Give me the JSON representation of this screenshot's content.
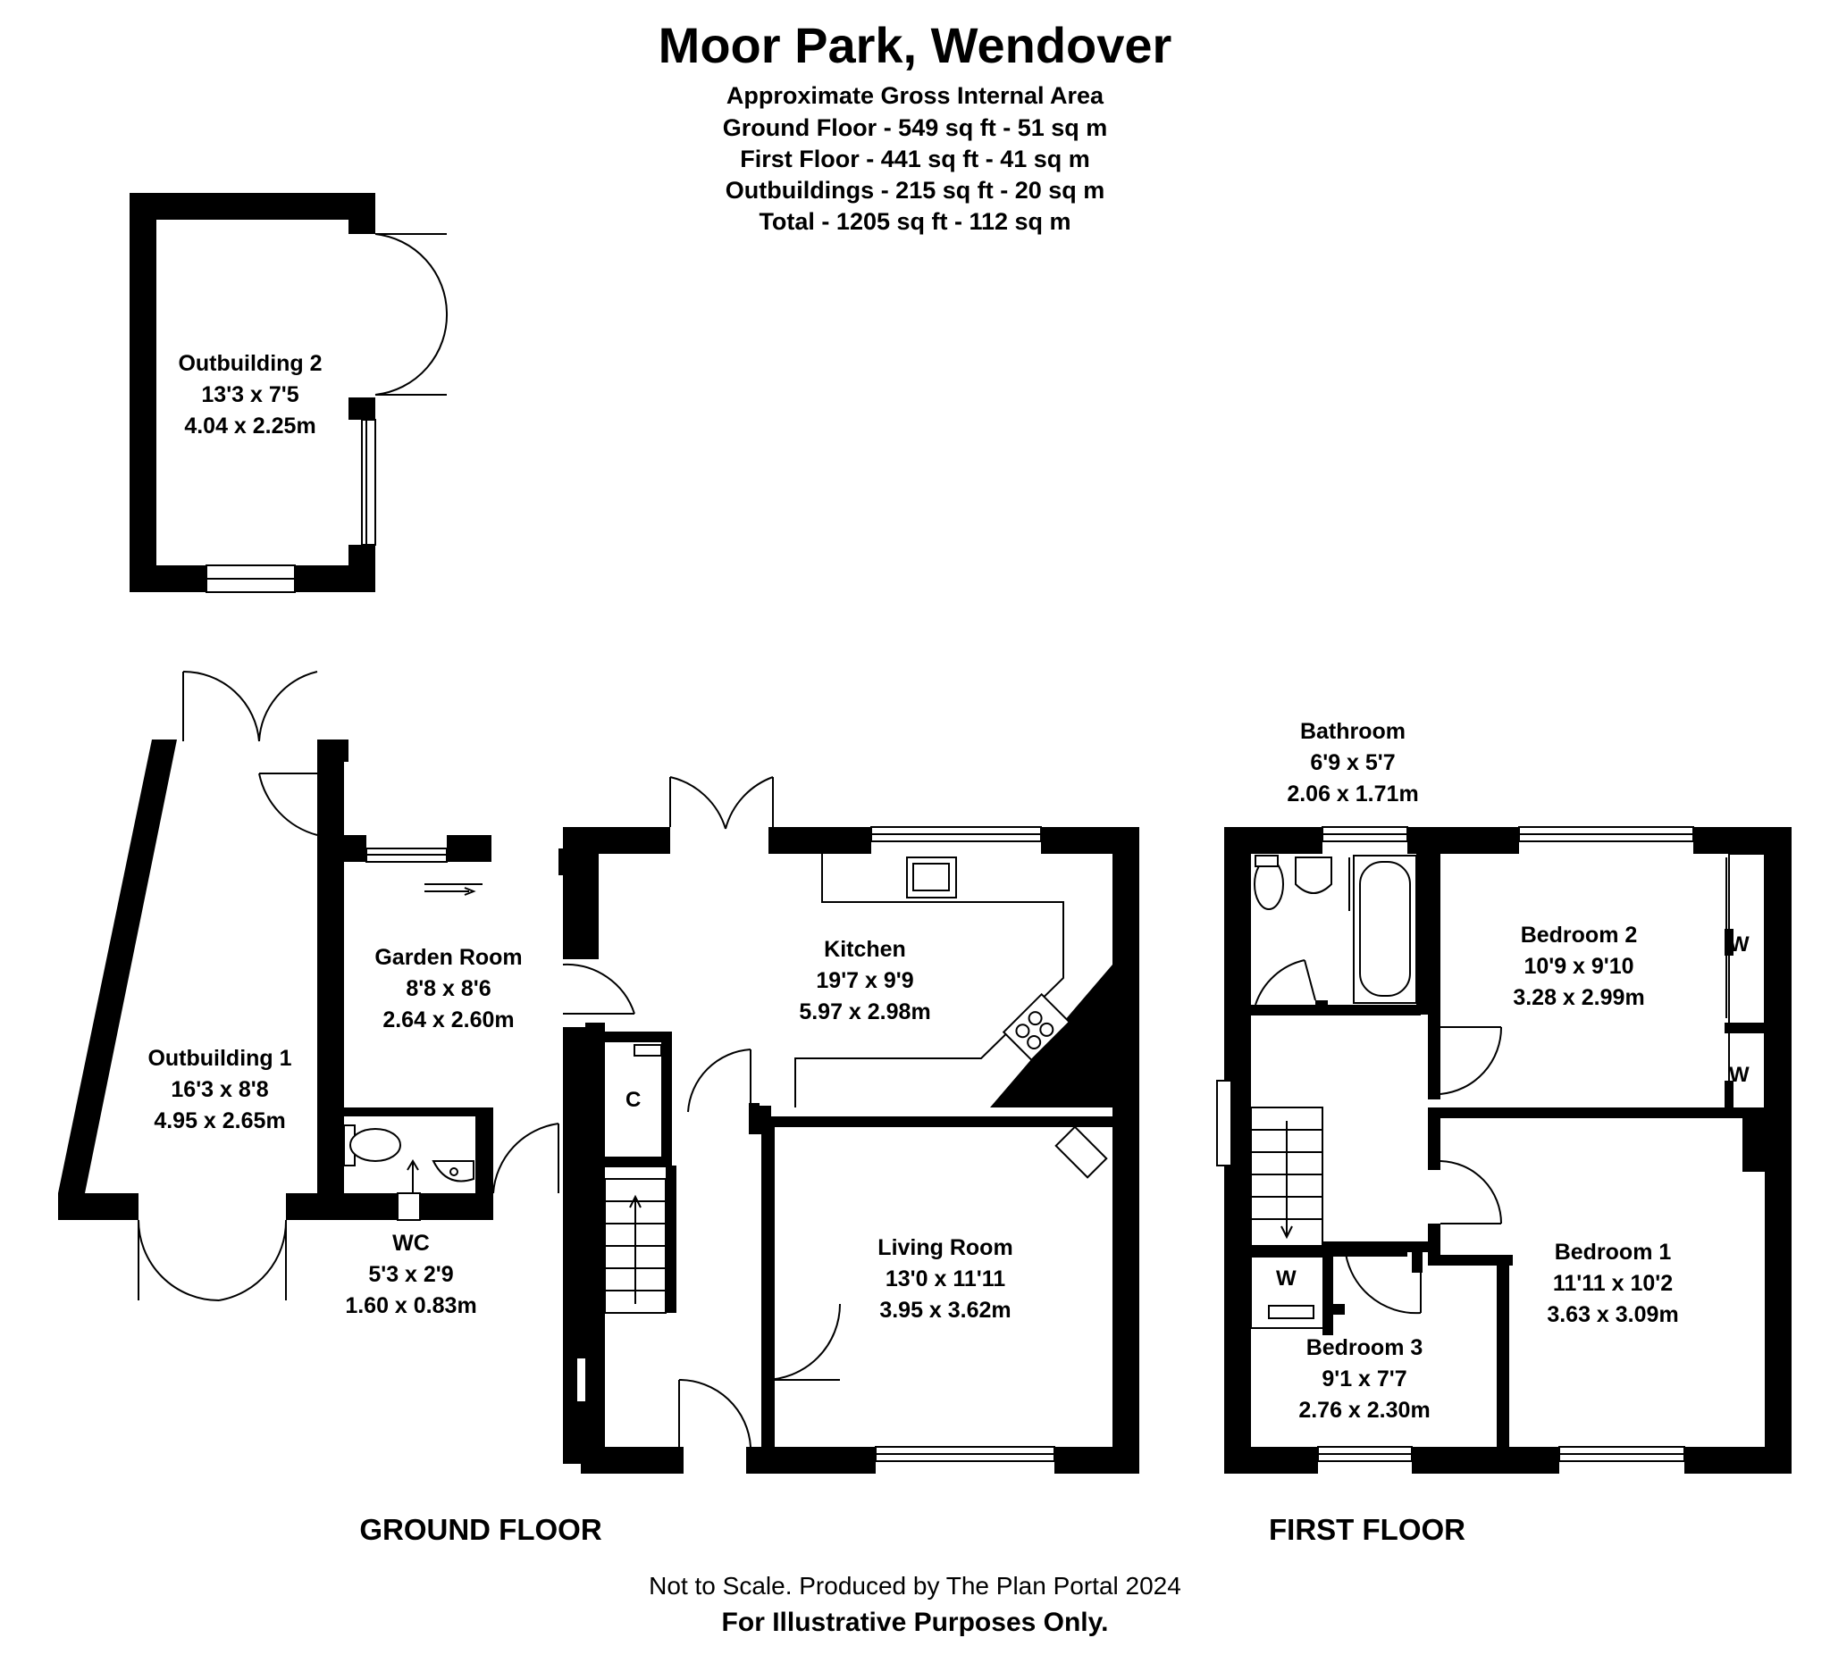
{
  "header": {
    "title": "Moor Park, Wendover",
    "area_heading": "Approximate Gross Internal Area",
    "ground_floor_area": "Ground Floor - 549 sq ft - 51 sq m",
    "first_floor_area": "First Floor - 441 sq ft - 41 sq m",
    "outbuildings_area": "Outbuildings - 215 sq ft - 20 sq m",
    "total_area": "Total - 1205 sq ft - 112 sq m"
  },
  "rooms": {
    "outbuilding2": {
      "name": "Outbuilding 2",
      "imperial": "13'3 x 7'5",
      "metric": "4.04 x 2.25m"
    },
    "outbuilding1": {
      "name": "Outbuilding 1",
      "imperial": "16'3 x 8'8",
      "metric": "4.95 x 2.65m"
    },
    "garden_room": {
      "name": "Garden Room",
      "imperial": "8'8 x 8'6",
      "metric": "2.64 x 2.60m"
    },
    "wc": {
      "name": "WC",
      "imperial": "5'3 x 2'9",
      "metric": "1.60 x 0.83m"
    },
    "kitchen": {
      "name": "Kitchen",
      "imperial": "19'7 x 9'9",
      "metric": "5.97 x 2.98m"
    },
    "living_room": {
      "name": "Living Room",
      "imperial": "13'0 x 11'11",
      "metric": "3.95 x 3.62m"
    },
    "bathroom": {
      "name": "Bathroom",
      "imperial": "6'9 x 5'7",
      "metric": "2.06 x 1.71m"
    },
    "bedroom2": {
      "name": "Bedroom 2",
      "imperial": "10'9 x 9'10",
      "metric": "3.28 x 2.99m"
    },
    "bedroom1": {
      "name": "Bedroom 1",
      "imperial": "11'11 x 10'2",
      "metric": "3.63 x 3.09m"
    },
    "bedroom3": {
      "name": "Bedroom 3",
      "imperial": "9'1 x 7'7",
      "metric": "2.76 x 2.30m"
    }
  },
  "markers": {
    "cupboard": "C",
    "wardrobe": "W"
  },
  "floors": {
    "ground": "GROUND FLOOR",
    "first": "FIRST FLOOR"
  },
  "footer": {
    "disclaimer": "Not to Scale. Produced by The Plan Portal 2024",
    "notice": "For Illustrative Purposes Only."
  }
}
